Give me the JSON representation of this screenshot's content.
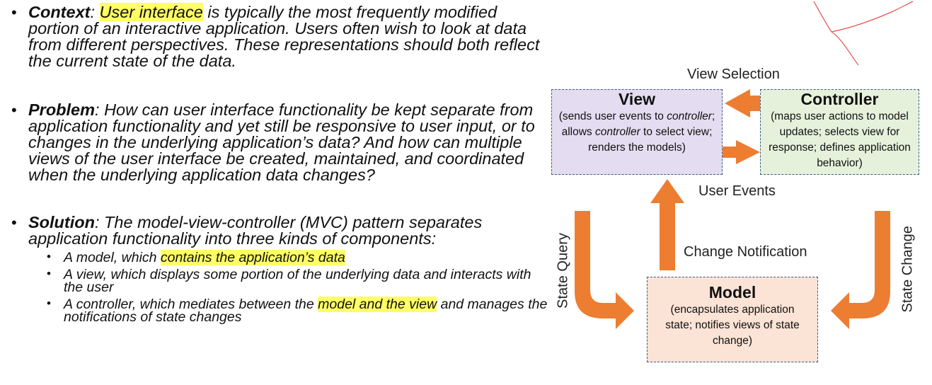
{
  "bullets": {
    "context": {
      "label": "Context",
      "colon": ":",
      "highlight": "User interface",
      "text": " is typically the most frequently modified portion of an interactive application. Users often wish to look at data from different perspectives. These representations should both reflect the current state of the data."
    },
    "problem": {
      "label": "Problem",
      "text": ": How can user interface functionality be kept separate from application functionality and yet still be responsive to user input, or to changes in the underlying application’s data? And how can multiple views of the user interface be created, maintained, and coordinated when the underlying application data changes?"
    },
    "solution": {
      "label": "Solution",
      "text": ": The model-view-controller (MVC) pattern separates application functionality into three kinds of components:",
      "items": [
        {
          "pre": "A model, which ",
          "highlight": "contains the application’s data",
          "post": ""
        },
        {
          "pre": "A view, which displays some portion of the underlying data and interacts with the user",
          "highlight": "",
          "post": ""
        },
        {
          "pre": "A controller, which mediates between the ",
          "highlight": "model and the view",
          "post": " and manages the notifications of state changes"
        }
      ]
    }
  },
  "diagram": {
    "view": {
      "title": "View",
      "desc_1": "(sends user events to ",
      "desc_em_1": "controller",
      "desc_2": "; allows ",
      "desc_em_2": "controller",
      "desc_3": " to select view; renders the models)"
    },
    "controller": {
      "title": "Controller",
      "desc": "(maps user actions to model updates; selects view for response; defines application behavior)"
    },
    "model": {
      "title": "Model",
      "desc": "(encapsulates application state; notifies views of state change)"
    },
    "labels": {
      "view_selection": "View Selection",
      "user_events": "User Events",
      "change_notification": "Change Notification",
      "state_query": "State Query",
      "state_change": "State Change"
    },
    "colors": {
      "arrow": "#ed7d31",
      "view_fill": "#e4dcf1",
      "controller_fill": "#e6f1dc",
      "model_fill": "#fbe3d5",
      "border": "#3b5b8a",
      "highlight": "#ffff66",
      "annotation_stroke": "#e03030"
    }
  }
}
